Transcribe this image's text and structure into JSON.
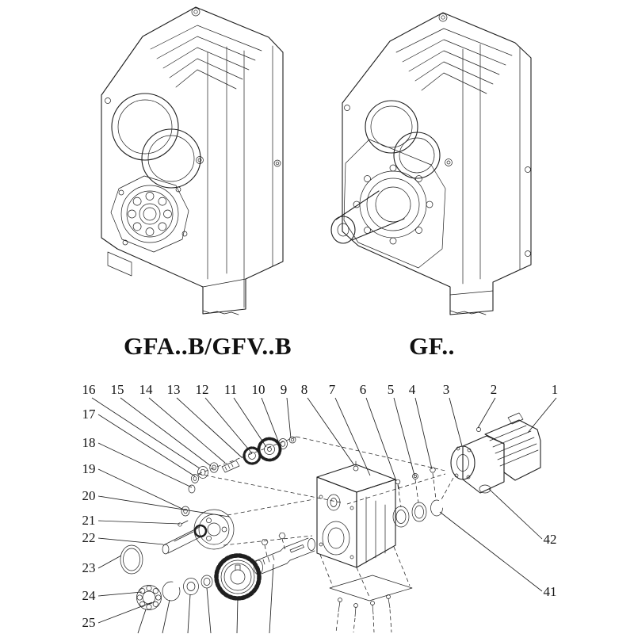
{
  "models": [
    {
      "id": "gfab",
      "label": "GFA..B/GFV..B"
    },
    {
      "id": "gf",
      "label": "GF.."
    }
  ],
  "callouts": {
    "top": [
      "16",
      "15",
      "14",
      "13",
      "12",
      "11",
      "10",
      "9",
      "8",
      "7",
      "6",
      "5",
      "4",
      "3",
      "2",
      "1"
    ],
    "left": [
      "17",
      "18",
      "19",
      "20",
      "21",
      "22",
      "23",
      "24",
      "25"
    ],
    "right": [
      "42",
      "41"
    ]
  },
  "colors": {
    "line": "#1f1f1f",
    "background": "#ffffff"
  }
}
